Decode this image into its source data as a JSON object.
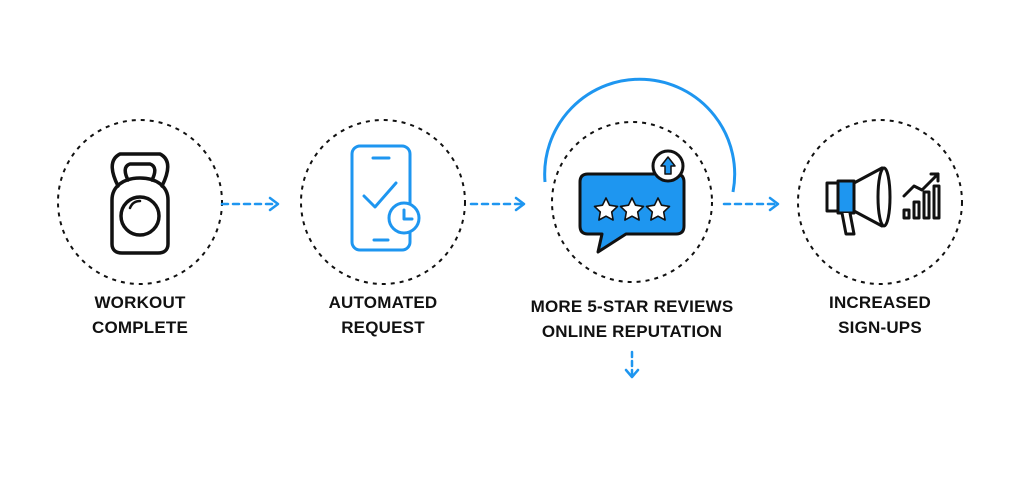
{
  "colors": {
    "accent": "#1e96f0",
    "ink": "#111111",
    "background": "#ffffff"
  },
  "steps": [
    {
      "icon": "kettlebell-icon",
      "label_lines": [
        "WORKOUT",
        "COMPLETE"
      ]
    },
    {
      "icon": "phone-checkmark-clock-icon",
      "label_lines": [
        "AUTOMATED",
        "REQUEST"
      ]
    },
    {
      "icon": "star-review-bubble-icon",
      "label_lines": [
        "MORE 5-STAR REVIEWS",
        "ONLINE REPUTATION"
      ],
      "highlighted": true
    },
    {
      "icon": "megaphone-growth-chart-icon",
      "label_lines": [
        "INCREASED",
        "SIGN-UPS"
      ]
    }
  ],
  "connectors": [
    "dashed-arrow",
    "dashed-arrow",
    "dashed-arrow",
    "dashed-arrow-down"
  ]
}
